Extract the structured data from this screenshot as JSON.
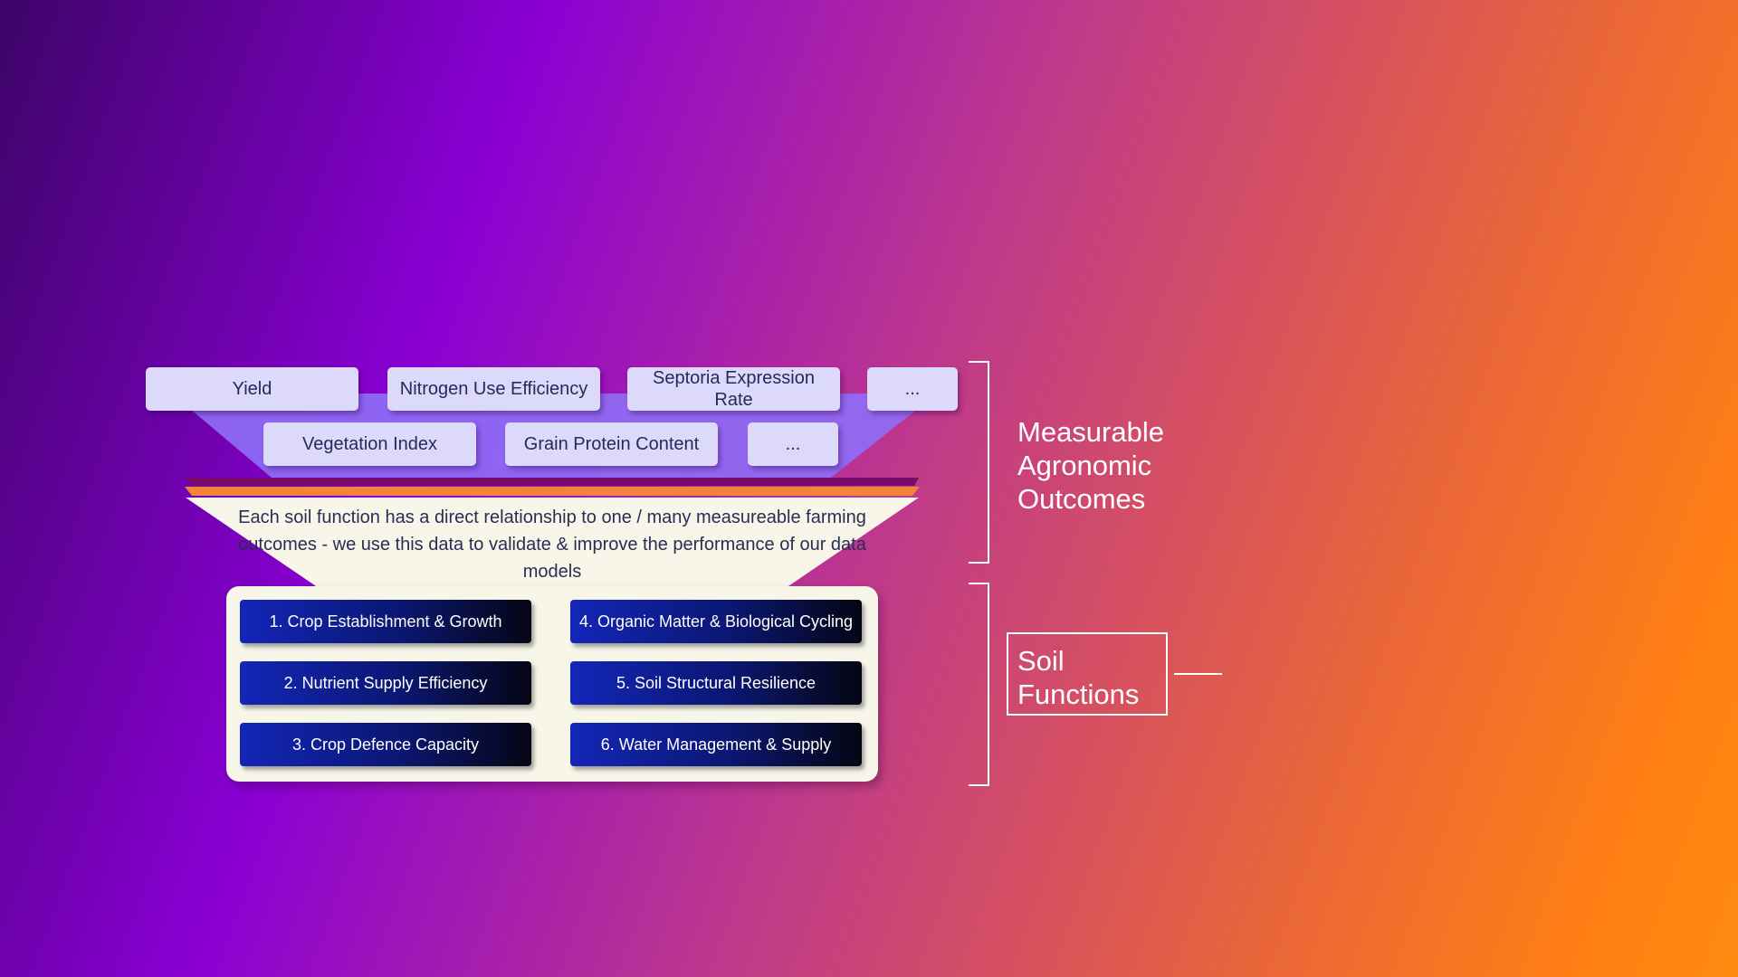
{
  "outcomes_row1": [
    "Yield",
    "Nitrogen Use Efficiency",
    "Septoria Expression Rate",
    "..."
  ],
  "outcomes_row2": [
    "Vegetation Index",
    "Grain Protein Content",
    "..."
  ],
  "funnel_text": "Each soil function has a direct relationship to one / many measureable farming outcomes - we use this data to validate & improve the performance of our data models",
  "soil_functions": [
    "1. Crop Establishment & Growth",
    "2. Nutrient Supply Efficiency",
    "3. Crop Defence Capacity",
    "4. Organic Matter & Biological Cycling",
    "5. Soil Structural Resilience",
    "6. Water Management & Supply"
  ],
  "labels": {
    "outcomes": "Measurable Agronomic Outcomes",
    "soil_functions": "Soil Functions"
  },
  "colors": {
    "chip_bg": "#dcd9fa",
    "funnel_top": "#8f6cf5",
    "band_dark": "#7a0a6b",
    "band_orange": "#f0843a",
    "funnel_light": "#f7f6e9",
    "function_start": "#1326b8",
    "function_end": "#050614"
  }
}
